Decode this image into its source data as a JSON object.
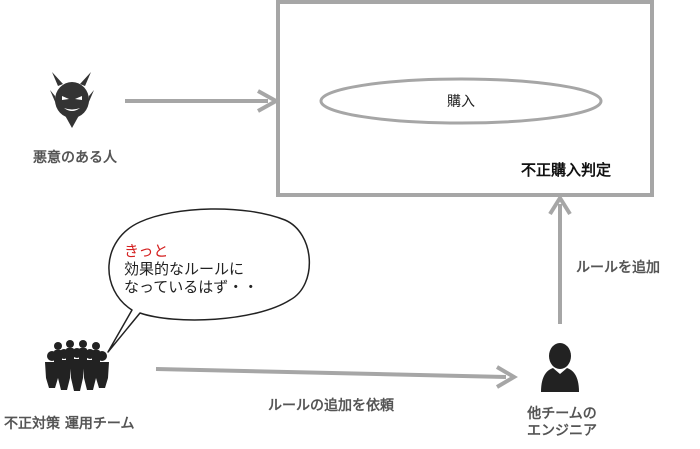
{
  "labels": {
    "malicious_person": "悪意のある人",
    "fraud_check": "不正購入判定",
    "purchase": "購入",
    "add_rule": "ルールを追加",
    "request_rule": "ルールの追加を依頼",
    "ops_team": "不正対策 運用チーム",
    "engineer_line1": "他チームの",
    "engineer_line2": "エンジニア"
  },
  "bubble": {
    "line1": "きっと",
    "line2": "効果的なルールに",
    "line3": "なっているはず・・"
  },
  "colors": {
    "arrow": "#a6a6a6",
    "box_border": "#a6a6a6",
    "accent_red": "#d41f1f",
    "icon_dark": "#333333"
  },
  "icons": [
    "devil-icon",
    "team-icon",
    "engineer-icon"
  ]
}
